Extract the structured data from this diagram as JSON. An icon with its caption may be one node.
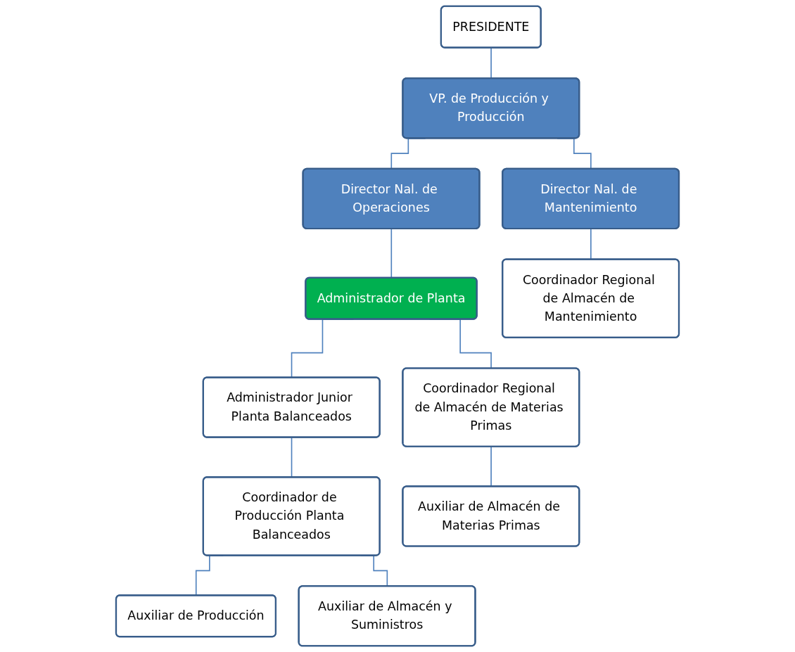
{
  "diagram": {
    "nodes": [
      {
        "text": [
          "PRESIDENTE"
        ]
      },
      {
        "text": [
          "VP. de Producción y Producción"
        ]
      },
      {
        "text": [
          "Director Nal. de Operaciones"
        ]
      },
      {
        "text": [
          "Director Nal. de Mantenimiento"
        ]
      },
      {
        "text": [
          "Administrador de Planta"
        ]
      },
      {
        "text": [
          "Administrador Junior Planta Balanceados"
        ]
      },
      {
        "text": [
          "Coordinador Regional de Almacén de Materias Primas"
        ]
      },
      {
        "text": [
          "Coordinador Regional de Almacén de Mantenimiento"
        ]
      },
      {
        "text": [
          "Coordinador de Producción Planta Balanceados"
        ]
      },
      {
        "text": [
          "Auxiliar de Producción"
        ]
      },
      {
        "text": [
          "Auxiliar de Almacén y Suministros"
        ]
      },
      {
        "text": [
          "Auxiliar de Almacén de Materias Primas"
        ]
      }
    ],
    "edges": [
      {
        "from": 0,
        "to": 1,
        "arrow": "none"
      },
      {
        "from": 1,
        "to": 2,
        "arrow": "none"
      },
      {
        "from": 1,
        "to": 3,
        "arrow": "none"
      },
      {
        "from": 2,
        "to": 4,
        "arrow": "none"
      },
      {
        "from": 4,
        "to": 5,
        "arrow": "none"
      },
      {
        "from": 4,
        "to": 6,
        "arrow": "none"
      },
      {
        "from": 3,
        "to": 7,
        "arrow": "none"
      },
      {
        "from": 5,
        "to": 8,
        "arrow": "none"
      },
      {
        "from": 8,
        "to": 9,
        "arrow": "none"
      },
      {
        "from": 8,
        "to": 10,
        "arrow": "none"
      },
      {
        "from": 6,
        "to": 11,
        "arrow": "none"
      }
    ]
  }
}
